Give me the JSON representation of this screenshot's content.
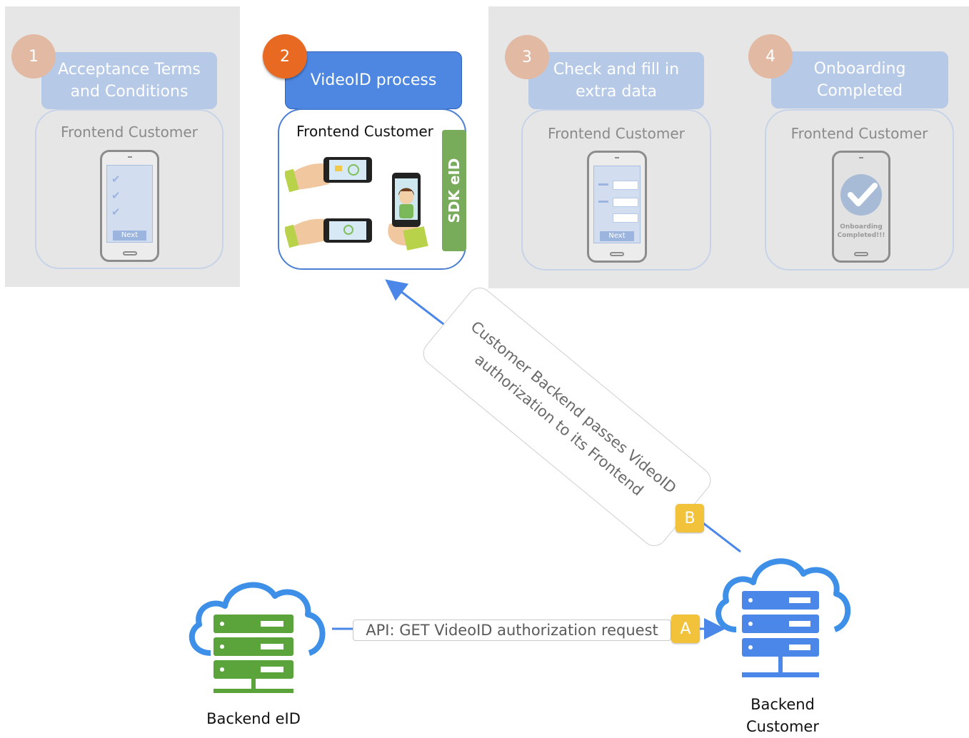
{
  "steps": [
    {
      "number": "1",
      "title": "Acceptance Terms\nand Conditions",
      "frontend_label": "Frontend Customer",
      "phone_button": "Next"
    },
    {
      "number": "2",
      "title": "VideoID process",
      "frontend_label": "Frontend Customer",
      "sdk_label": "SDK eID"
    },
    {
      "number": "3",
      "title": "Check and fill in\nextra data",
      "frontend_label": "Frontend Customer",
      "phone_button": "Next"
    },
    {
      "number": "4",
      "title": "Onboarding\nCompleted",
      "frontend_label": "Frontend Customer",
      "phone_text": "Onboarding\nCompleted!!!"
    }
  ],
  "flow": {
    "a": {
      "badge": "A",
      "label": "API: GET VideoID authorization request"
    },
    "b": {
      "badge": "B",
      "label": "Customer Backend passes VideoID\nauthorization to its Frontend"
    }
  },
  "servers": {
    "eid": {
      "label": "Backend eID",
      "color": "#5ba33b"
    },
    "customer": {
      "label": "Backend\nCustomer",
      "color": "#4a87e8"
    }
  },
  "colors": {
    "active_step": "#e86a22",
    "faded_step": "#e2b9a2",
    "title_blue": "#4d87e2",
    "badge": "#f2c23b",
    "arrow": "#4a87e8"
  }
}
